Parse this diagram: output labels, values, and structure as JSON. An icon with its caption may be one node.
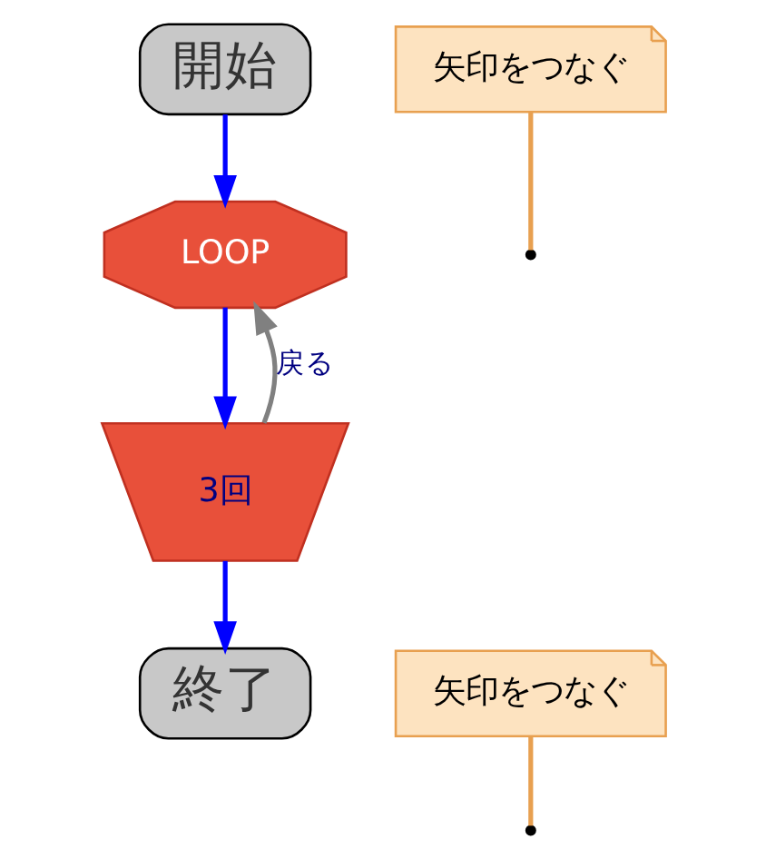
{
  "diagram": {
    "nodes": [
      {
        "text": [
          "開始"
        ]
      },
      {
        "text": [
          "矢印をつなぐ"
        ]
      },
      {
        "text": [
          "LOOP"
        ]
      },
      {
        "text": [
          "3回"
        ]
      },
      {
        "text": [
          "終了"
        ]
      },
      {
        "text": [
          "矢印をつなぐ"
        ]
      }
    ],
    "edges": [
      {
        "from": 0,
        "to": 2,
        "arrow": "to"
      },
      {
        "from": 2,
        "to": 3,
        "arrow": "to"
      },
      {
        "from": 3,
        "to": 2,
        "arrow": "to",
        "label": "戻る",
        "color": "#808080"
      },
      {
        "from": 3,
        "to": 4,
        "arrow": "to"
      },
      {
        "from": 1,
        "to": null,
        "arrow": "none",
        "color": "#e8a050"
      },
      {
        "from": 5,
        "to": null,
        "arrow": "none",
        "color": "#e8a050"
      }
    ]
  }
}
